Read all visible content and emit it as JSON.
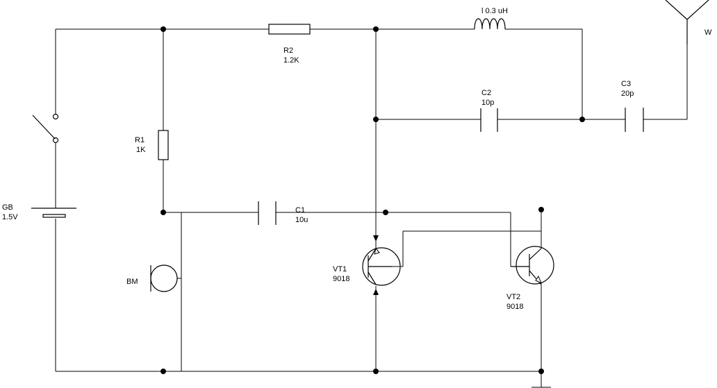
{
  "components": {
    "gb": {
      "ref": "GB",
      "value": "1.5V"
    },
    "r1": {
      "ref": "R1",
      "value": "1K"
    },
    "r2": {
      "ref": "R2",
      "value": "1.2K"
    },
    "l": {
      "label": "l 0.3 uH"
    },
    "c1": {
      "ref": "C1",
      "value": "10u"
    },
    "c2": {
      "ref": "C2",
      "value": "10p"
    },
    "c3": {
      "ref": "C3",
      "value": "20p"
    },
    "bm": {
      "ref": "BM"
    },
    "vt1": {
      "ref": "VT1",
      "value": "9018"
    },
    "vt2": {
      "ref": "VT2",
      "value": "9018"
    },
    "antenna": {
      "ref": "W"
    }
  }
}
